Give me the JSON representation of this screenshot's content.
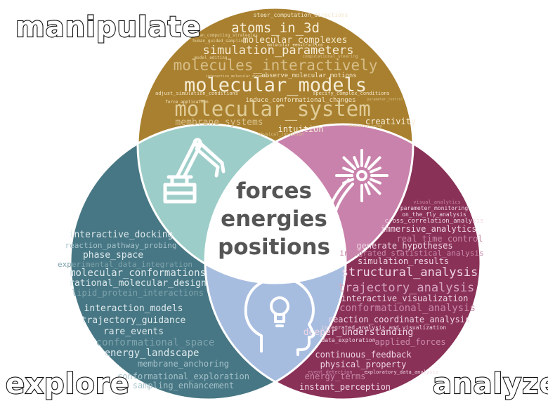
{
  "corner_labels": {
    "manipulate": "manipulate",
    "explore": "explore",
    "analyze": "analyze"
  },
  "center_terms": [
    "forces",
    "energies",
    "positions"
  ],
  "icons": {
    "manipulate": "robot-arm-icon",
    "analyze": "firework-icon",
    "explore": "head-lightbulb-icon"
  },
  "colors": {
    "manipulate": "#a9802f",
    "explore": "#477784",
    "analyze": "#8a3158",
    "manipulate_explore": "#9dcdc8",
    "manipulate_analyze": "#c982ab",
    "explore_analyze": "#a7bde0",
    "center": "#ffffff"
  },
  "words": {
    "manipulate": [
      "steer_computation_directions",
      "atoms_in_3d",
      "human_computing_strategies",
      "molecular_complexes",
      "human_guided_sampling",
      "molecular_construction",
      "model_editing",
      "computational_steering",
      "simulation_parameters",
      "molecules_interactively",
      "interactive_molecular_dynamics",
      "observe_molecular_motions",
      "molecular_models",
      "adjust_simulation_conditions",
      "specify_complex_conditions",
      "parameter_control",
      "force_application",
      "induce_conformational_changes",
      "molecular_system",
      "membrane_systems",
      "simulation_setup",
      "creativity",
      "intuition",
      "physical_intuition"
    ],
    "explore": [
      "interactive_docking",
      "reaction_pathway_probing",
      "phase_space",
      "experimental_data_integration",
      "molecular_conformations",
      "rational_molecular_design",
      "lipid_protein_interactions",
      "interaction_models",
      "trajectory_guidance",
      "rare_events",
      "conformational_space",
      "energy_landscape",
      "membrane_anchoring",
      "conformational_exploration",
      "sampling_enhancement"
    ],
    "analyze": [
      "visual_analytics",
      "parameter_monitoring",
      "on_the_fly_analysis",
      "cross_correlation_analysis",
      "immersive_analytics",
      "real_time_control",
      "generate_hypotheses",
      "integrated_statistical_analysis",
      "simulation_results",
      "structural_analysis",
      "trajectory_analysis",
      "interactive_visualization",
      "conformational_analysis",
      "reaction_coordinate_analysis",
      "integrated_analysis_and_visualization",
      "deeper_understanding",
      "data_exploration",
      "applied_forces",
      "continuous_feedback",
      "physical_property",
      "event_detection",
      "exploratory_data_analysis",
      "energy_terms",
      "instant_perception"
    ]
  }
}
